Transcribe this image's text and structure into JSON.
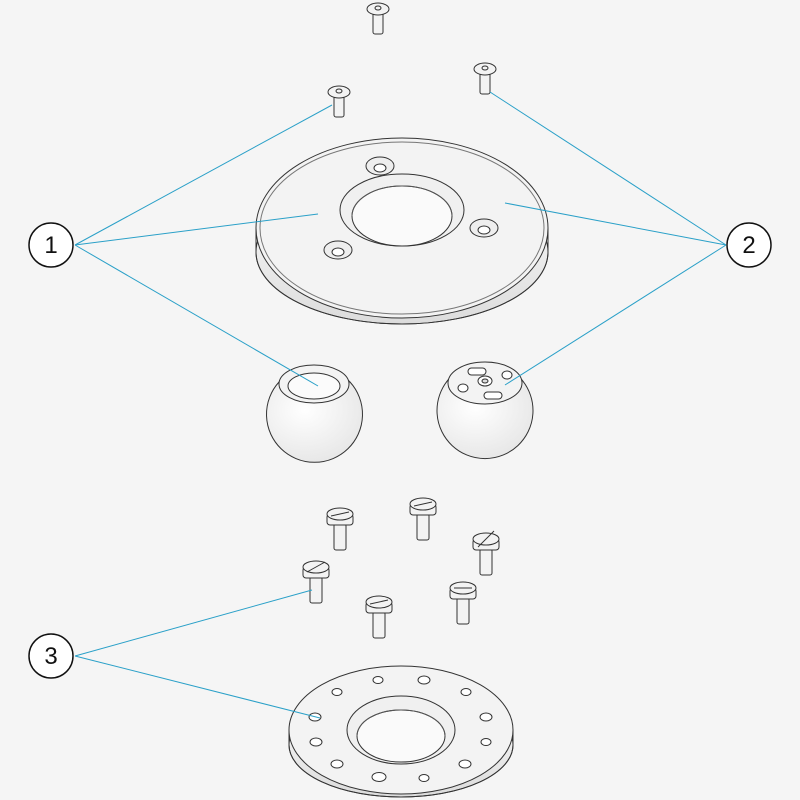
{
  "callouts": [
    {
      "id": "1",
      "label": "1"
    },
    {
      "id": "2",
      "label": "2"
    },
    {
      "id": "3",
      "label": "3"
    }
  ],
  "colors": {
    "background": "#f5f5f5",
    "part_fill": "#f3f3f3",
    "outline": "#333333",
    "leader": "#2aa0c8"
  }
}
